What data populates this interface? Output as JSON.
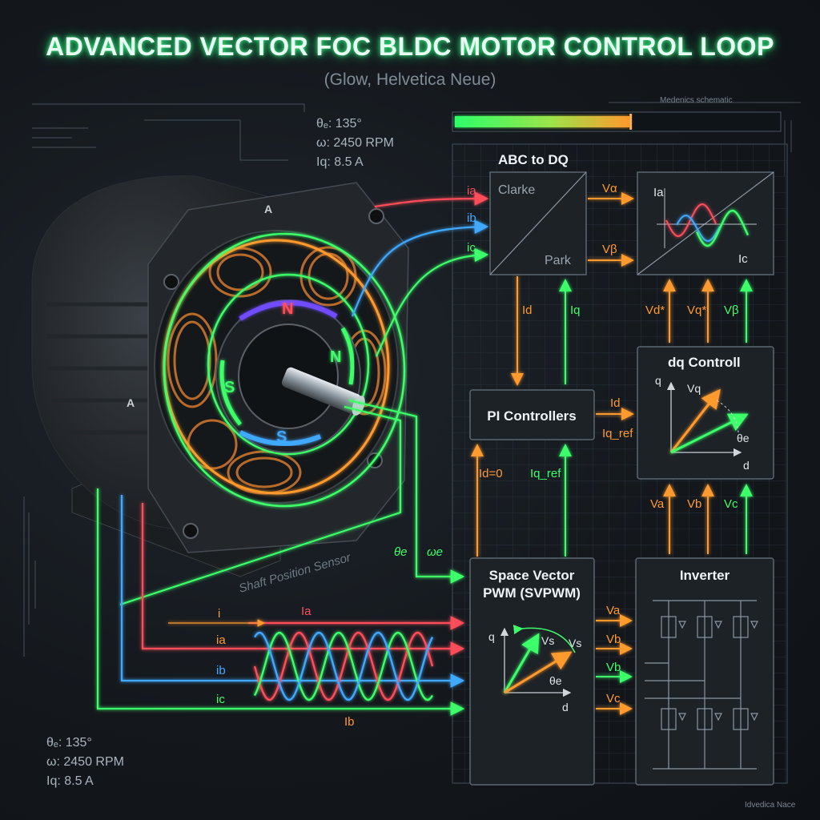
{
  "title": "ADVANCED VECTOR FOC BLDC MOTOR CONTROL LOOP",
  "subtitle": "(Glow, Helvetica Neue)",
  "corner_top": "Medenics schematic",
  "corner_bottom": "Idvedica Nace",
  "progress": 0.54,
  "readout_top": {
    "theta": "θₑ: 135°",
    "omega": "ω: 2450 RPM",
    "iq": "Iq: 8.5 A"
  },
  "readout_bottom": {
    "theta": "θₑ: 135°",
    "omega": "ω: 2450 RPM",
    "iq": "Iq: 8.5 A"
  },
  "motor": {
    "pole_n1": "N",
    "pole_n2": "N",
    "pole_s1": "S",
    "pole_s2": "S",
    "tag_a1": "A",
    "tag_a2": "A",
    "sensor_label": "Shaft Position Sensor"
  },
  "blocks": {
    "abc_dq": {
      "title": "ABC to DQ",
      "clarke": "Clarke",
      "park": "Park"
    },
    "waveform": {
      "ia": "Ia",
      "ic": "Ic"
    },
    "pi": {
      "title": "PI Controllers"
    },
    "dq": {
      "title": "dq Controll",
      "q": "q",
      "d": "d",
      "vq": "Vq",
      "theta": "θe"
    },
    "svpwm": {
      "title1": "Space Vector",
      "title2": "PWM (SVPWM)",
      "q": "q",
      "d": "d",
      "vs1": "Vs",
      "vs2": "Vs",
      "theta": "θe"
    },
    "inverter": {
      "title": "Inverter"
    }
  },
  "signals": {
    "ia": "ia",
    "ib": "ib",
    "ic": "ic",
    "valpha": "Vα",
    "vbeta": "Vβ",
    "id": "Id",
    "iq": "Iq",
    "vd_star": "Vd*",
    "vq_star": "Vq*",
    "vbeta2": "Vβ",
    "id2": "Id",
    "iq_ref": "Iq_ref",
    "id0": "Id=0",
    "iq_ref2": "Iq_ref",
    "va": "Va",
    "vb": "Vb",
    "vc": "Vc",
    "theta_e": "θe",
    "omega_e": "ωe",
    "i_top": "i",
    "ia_wave": "Ia",
    "ib_wave": "Ib",
    "ia_l": "ia",
    "ib_l": "ib",
    "ic_l": "ic",
    "sv_va": "Va",
    "sv_vb": "Vb",
    "sv_vb2": "Vb",
    "sv_vc": "Vc"
  },
  "colors": {
    "red": "#ff4d5a",
    "blue": "#3fa9ff",
    "green": "#3dff6a",
    "orange": "#ff9a2e",
    "panel": "#1d2227"
  }
}
